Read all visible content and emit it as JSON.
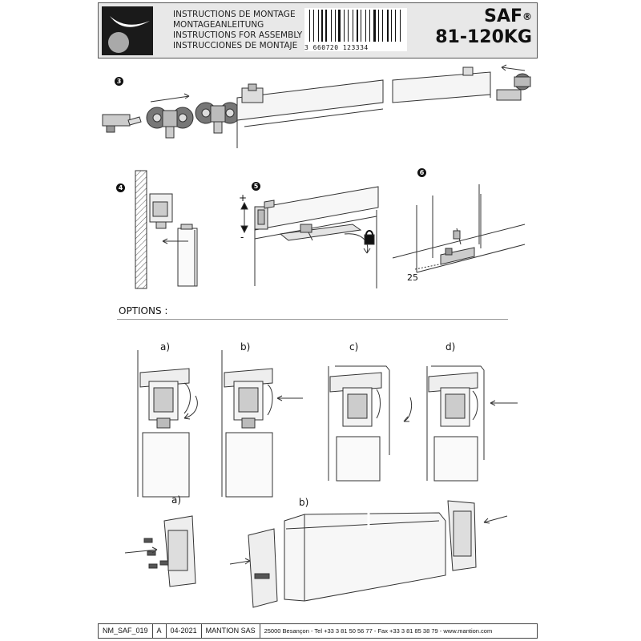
{
  "header": {
    "instructions": [
      "INSTRUCTIONS DE MONTAGE",
      "MONTAGEANLEITUNG",
      "INSTRUCTIONS FOR ASSEMBLY",
      "INSTRUCCIONES DE MONTAJE"
    ],
    "barcode_digits": "3   660720   123334",
    "brand": "SAF",
    "registered": "®",
    "capacity": "81-120KG"
  },
  "steps": {
    "s3": "3",
    "s4": "4",
    "s5": "5",
    "s6": "6"
  },
  "step5": {
    "plus": "+",
    "minus": "-"
  },
  "step6": {
    "distance": "25"
  },
  "options": {
    "title": "OPTIONS :",
    "row1": [
      "a)",
      "b)",
      "c)",
      "d)"
    ],
    "row2": [
      "a)",
      "b)"
    ]
  },
  "footer": {
    "ref": "NM_SAF_019",
    "rev": "A",
    "date": "04-2021",
    "company": "MANTION SAS",
    "contact": "25000 Besançon - Tel +33 3 81 50 56 77 - Fax +33 3 81 85 38 79 - www.mantion.com"
  },
  "colors": {
    "header_bg": "#e8e8e8",
    "logo_bg": "#1a1a1a",
    "ink": "#111111"
  }
}
